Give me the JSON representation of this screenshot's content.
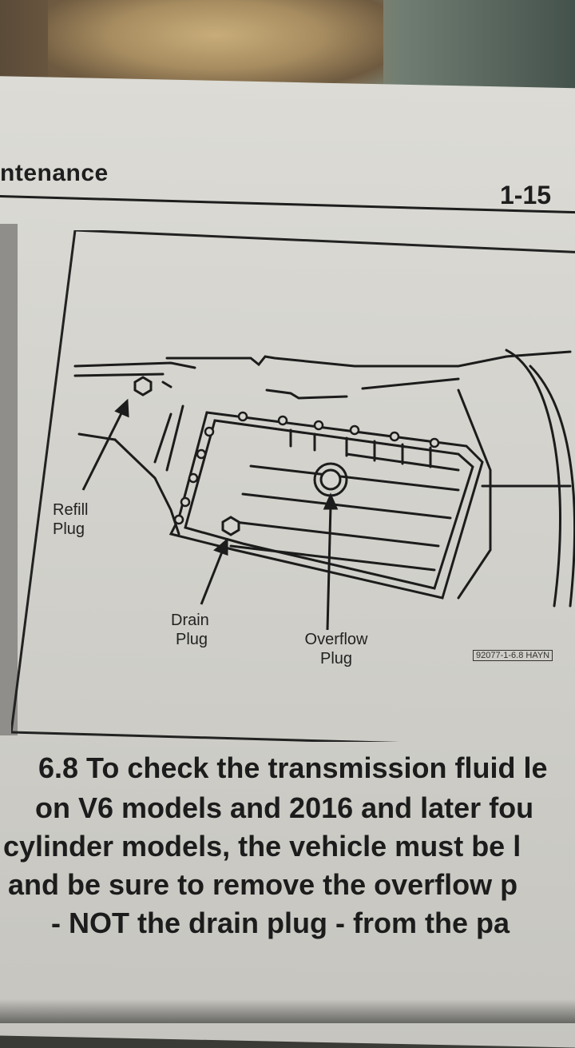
{
  "header": {
    "section_title": "ntenance",
    "page_number": "1-15"
  },
  "figure": {
    "labels": {
      "refill": [
        "Refill",
        "Plug"
      ],
      "drain": [
        "Drain",
        "Plug"
      ],
      "overflow": [
        "Overflow",
        "Plug"
      ]
    },
    "code": "92077-1-6.8 HAYN"
  },
  "caption": {
    "lines": [
      "6.8 To check the transmission fluid le",
      "on V6 models and 2016 and later fou",
      "cylinder models, the vehicle must be l",
      "and be sure to remove the overflow p",
      "- NOT the drain plug - from the pa"
    ]
  },
  "colors": {
    "paper": "#d6d5cf",
    "ink": "#1e1e1e"
  }
}
